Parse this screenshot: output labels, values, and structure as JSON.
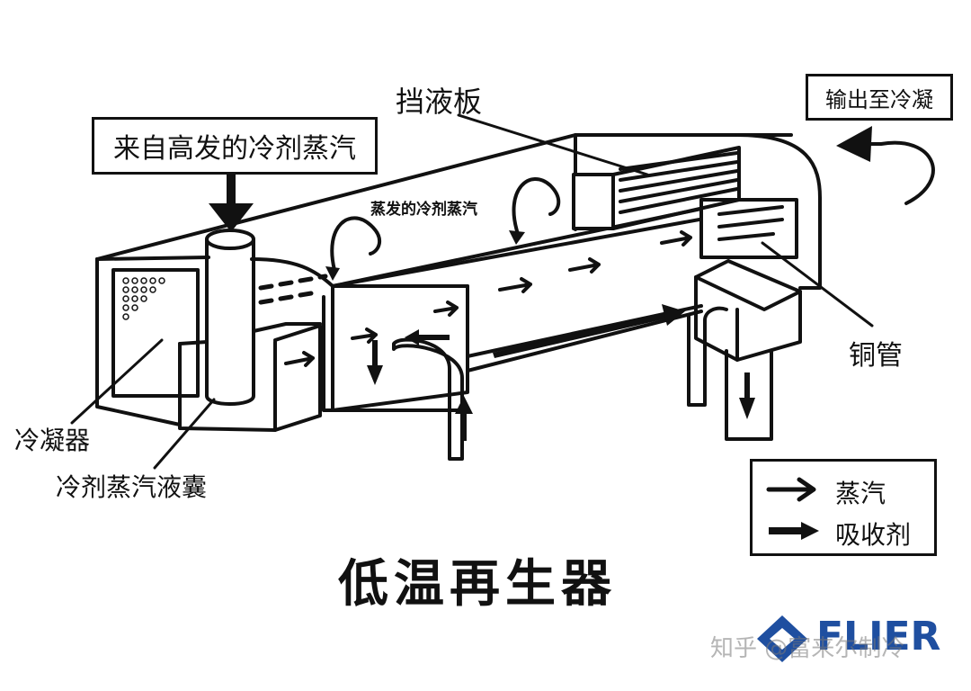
{
  "diagram": {
    "title": "低温再生器",
    "labels": {
      "from_high_generator": "来自高发的冷剂蒸汽",
      "baffle": "挡液板",
      "output_to_condenser": "输出至冷凝",
      "evaporated_refrigerant": "蒸发的冷剂蒸汽",
      "copper_tube": "铜管",
      "condenser": "冷凝器",
      "refrigerant_vapor_sac": "冷剂蒸汽液囊"
    },
    "legend": {
      "vapor": "蒸汽",
      "absorbent": "吸收剂"
    },
    "watermark": "知乎 @富来尔制冷",
    "logo_text": "FLIER"
  }
}
